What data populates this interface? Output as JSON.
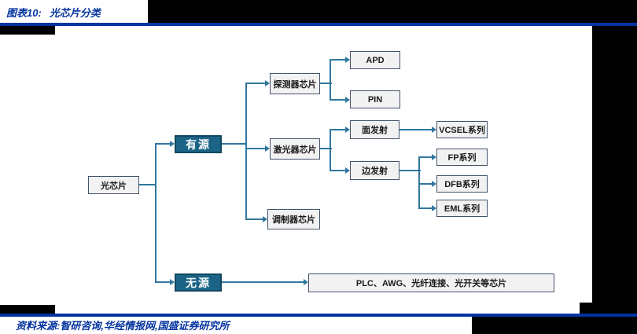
{
  "header": {
    "figure_label": "图表10:",
    "figure_title": "光芯片分类"
  },
  "footer": {
    "source": "资料来源:智研咨询,华经情报网,国盛证券研究所"
  },
  "colors": {
    "rule_blue": "#0333A0",
    "title_text": "#0333A0",
    "connector": "#31769F",
    "dark_node_fill": "#1B6487",
    "dark_node_border": "#12475F",
    "light_node_fill": "#F2F2F2",
    "light_node_border": "#44546A",
    "redaction_black": "#000000"
  },
  "diagram": {
    "nodes": {
      "root": {
        "label": "光芯片"
      },
      "active": {
        "label": "有源"
      },
      "passive": {
        "label": "无源"
      },
      "detector": {
        "label": "探测器芯片"
      },
      "laser": {
        "label": "激光器芯片"
      },
      "modulator": {
        "label": "调制器芯片"
      },
      "apd": {
        "label": "APD"
      },
      "pin": {
        "label": "PIN"
      },
      "surface_emit": {
        "label": "面发射"
      },
      "edge_emit": {
        "label": "边发射"
      },
      "vcsel": {
        "label": "VCSEL系列"
      },
      "fp": {
        "label": "FP系列"
      },
      "dfb": {
        "label": "DFB系列"
      },
      "eml": {
        "label": "EML系列"
      },
      "passive_chips": {
        "label": "PLC、AWG、光纤连接、光开关等芯片"
      }
    }
  }
}
